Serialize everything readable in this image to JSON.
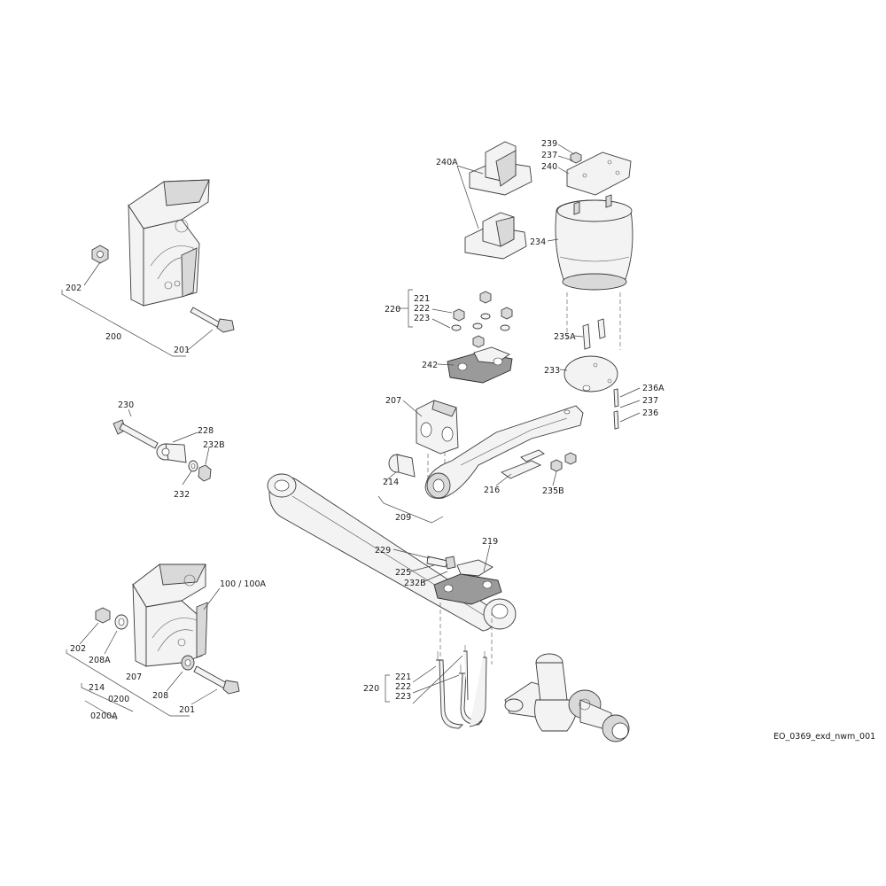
{
  "drawing_id": "EO_0369_exd_nwm_001",
  "labels": {
    "l200": "200",
    "l201a": "201",
    "l202a": "202",
    "l230": "230",
    "l228": "228",
    "l232B_a": "232B",
    "l232": "232",
    "l100": "100 / 100A",
    "l202b": "202",
    "l208A": "208A",
    "l207b": "207",
    "l208": "208",
    "l201b": "201",
    "l214b": "214",
    "l0200": "0200",
    "l0200A": "0200A",
    "l240A": "240A",
    "l239": "239",
    "l237a": "237",
    "l240": "240",
    "l234": "234",
    "l220a": "220",
    "l221a": "221",
    "l222a": "222",
    "l223a": "223",
    "l235A": "235A",
    "l242": "242",
    "l233": "233",
    "l236A": "236A",
    "l237b": "237",
    "l236": "236",
    "l207a": "207",
    "l214a": "214",
    "l209": "209",
    "l216": "216",
    "l235B": "235B",
    "l229": "229",
    "l219": "219",
    "l225": "225",
    "l232B_b": "232B",
    "l220b": "220",
    "l221b": "221",
    "l222b": "222",
    "l223b": "223"
  }
}
